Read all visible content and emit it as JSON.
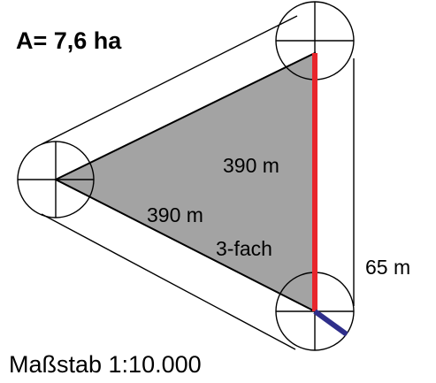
{
  "area_label": "A= 7,6 ha",
  "side_label_vertical": "390 m",
  "side_label_diagonal": "390 m",
  "multiplier_label": "3-fach",
  "offset_label": "65 m",
  "scale_label": "Maßstab 1:10.000",
  "colors": {
    "triangle_fill": "#a3a3a3",
    "highlight_side": "#e8262c",
    "offset_line": "#2e2e8a",
    "outline": "#000000"
  }
}
